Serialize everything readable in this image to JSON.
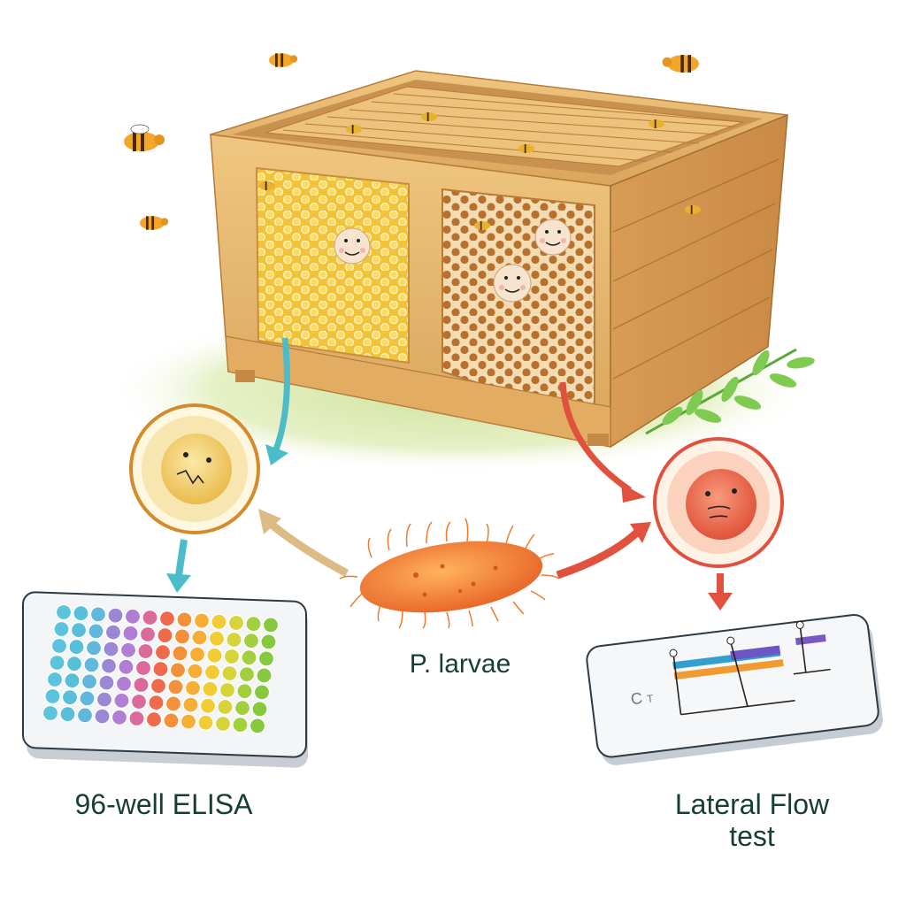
{
  "diagram": {
    "type": "illustrated-workflow",
    "subject": "Detection of Paenibacillus larvae in honeybee hives",
    "colors": {
      "label_text": "#163f34",
      "elisa_arrow": "#4bbcc8",
      "lfa_arrow": "#e0523e",
      "bacterium_to_sample_arrow": "#dcbc84",
      "wood": "#e7b86f",
      "honeycomb_healthy": "#f5c93a",
      "honeycomb_infected": "#b9712a",
      "leaf": "#6cbf45"
    },
    "nodes": {
      "hive": {
        "name": "Beehive",
        "sections": [
          "Healthy brood comb",
          "Infected brood comb"
        ]
      },
      "healthy_sample": {
        "name": "Healthy larva sample"
      },
      "infected_sample": {
        "name": "Infected larva sample"
      },
      "bacterium": {
        "label": "P. larvae"
      },
      "elisa": {
        "label": "96-well ELISA",
        "rows": 7,
        "cols": 13
      },
      "lfa": {
        "label_line1": "Lateral Flow",
        "label_line2": "test",
        "strip_marks": [
          "C",
          "T"
        ]
      }
    },
    "edges": [
      {
        "from": "hive-healthy-comb",
        "to": "healthy_sample",
        "color": "elisa_arrow"
      },
      {
        "from": "healthy_sample",
        "to": "elisa",
        "color": "elisa_arrow"
      },
      {
        "from": "hive-infected-comb",
        "to": "infected_sample",
        "color": "lfa_arrow"
      },
      {
        "from": "infected_sample",
        "to": "lfa",
        "color": "lfa_arrow"
      },
      {
        "from": "bacterium",
        "to": "healthy_sample",
        "color": "bacterium_to_sample_arrow"
      },
      {
        "from": "bacterium",
        "to": "infected_sample",
        "color": "lfa_arrow"
      }
    ]
  }
}
